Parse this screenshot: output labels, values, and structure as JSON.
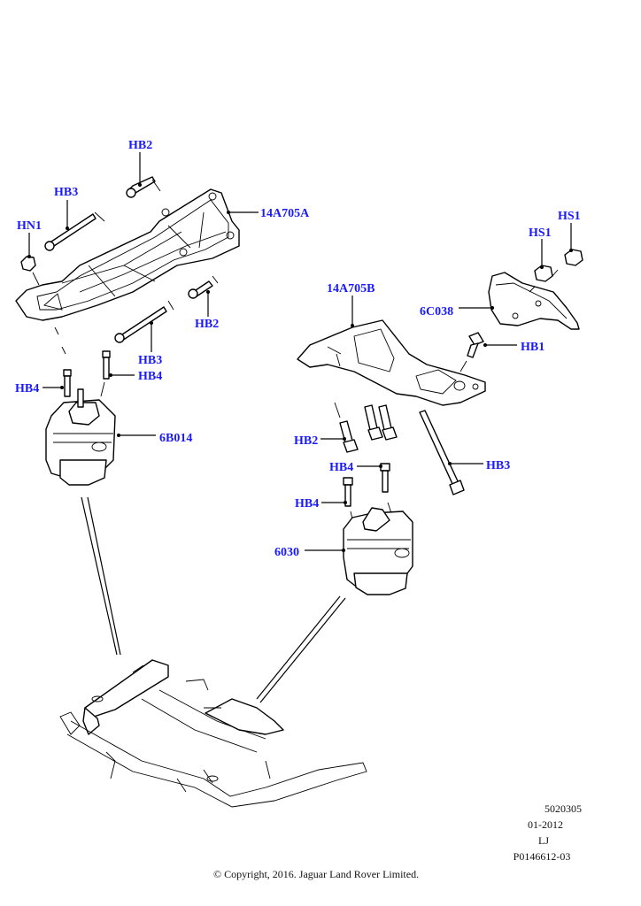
{
  "diagram": {
    "title": "Engine mounts exploded view",
    "label_color": "#1a1aff",
    "callouts": {
      "hb2_top": "HB2",
      "hb3_top": "HB3",
      "hn1": "HN1",
      "p14a705a": "14A705A",
      "hb2_mid": "HB2",
      "hb3_mid": "HB3",
      "hb4_mid_right": "HB4",
      "hb4_left": "HB4",
      "p6b014": "6B014",
      "hs1_right": "HS1",
      "hs1_left": "HS1",
      "p14a705b": "14A705B",
      "p6c038": "6C038",
      "hb1": "HB1",
      "hb2_right": "HB2",
      "hb3_right": "HB3",
      "hb4_right_upper": "HB4",
      "hb4_right_lower": "HB4",
      "p6030": "6030"
    }
  },
  "footer": {
    "ref_number": "5020305",
    "date": "01-2012",
    "code": "LJ",
    "illustration_id": "P0146612-03",
    "copyright": "© Copyright, 2016. Jaguar Land Rover Limited."
  }
}
